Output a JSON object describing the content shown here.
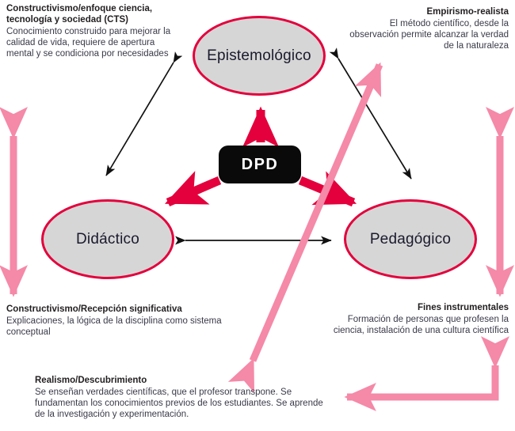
{
  "diagram": {
    "center": {
      "label": "DPD"
    },
    "nodes": [
      {
        "id": "epistemologico",
        "label": "Epistemológico"
      },
      {
        "id": "didactico",
        "label": "Didáctico"
      },
      {
        "id": "pedagogico",
        "label": "Pedagógico"
      }
    ],
    "notes": [
      {
        "id": "cts",
        "title": "Constructivismo/enfoque ciencia, tecnología y sociedad (CTS)",
        "body": "Conocimiento construido para mejorar la calidad de vida, requiere de apertura mental y se condiciona por necesidades"
      },
      {
        "id": "empirismo",
        "title": "Empirismo-realista",
        "body": "El método científico, desde la observación permite alcanzar la verdad de la naturaleza"
      },
      {
        "id": "recepcion",
        "title": "Constructivismo/Recepción significativa",
        "body": "Explicaciones, la lógica de la disciplina como sistema conceptual"
      },
      {
        "id": "fines",
        "title": "Fines instrumentales",
        "body": "Formación de personas que profesen la ciencia, instalación de una cultura científica"
      },
      {
        "id": "realismo",
        "title": "Realismo/Descubrimiento",
        "body": "Se enseñan verdades científicas, que el profesor transpone. Se fundamentan los conocimientos previos de los estudiantes. Se aprende de la investigación y experimentación."
      }
    ],
    "colors": {
      "crimson": "#e3003c",
      "pink": "#f589a8",
      "black": "#0a0a0a",
      "node_fill": "#d6d6d6"
    }
  }
}
